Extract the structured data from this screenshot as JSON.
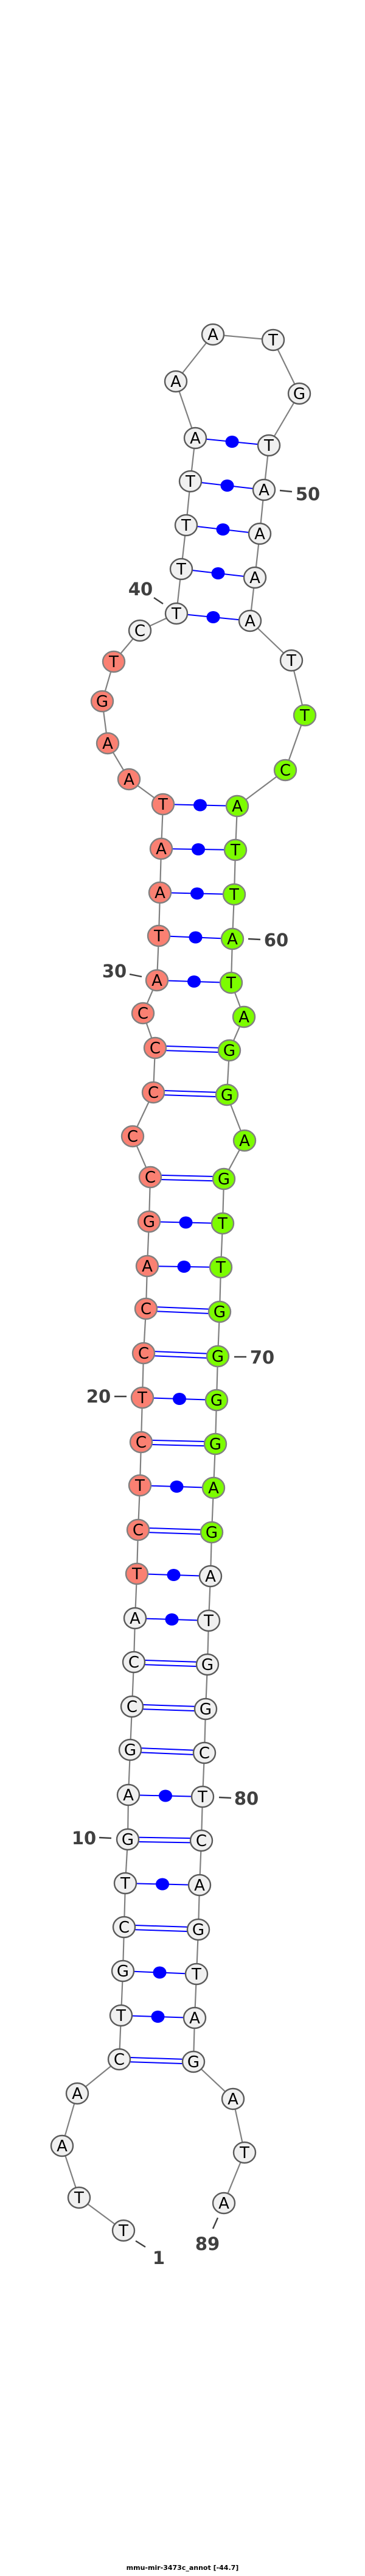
{
  "title": "mmu-mir-3473c_annot [-44.7]",
  "sequence": "TTAACTGCTGAGCCATCTCTCCAGCCCCCATAATAAGTCTTTTAAATGTAAAATTCATTATAGGAGTTGGGGAGATGGCTCAGTAGATA",
  "pairs": [
    [
      5,
      86
    ],
    [
      6,
      85
    ],
    [
      7,
      84
    ],
    [
      8,
      83
    ],
    [
      9,
      82
    ],
    [
      10,
      81
    ],
    [
      11,
      80
    ],
    [
      12,
      79
    ],
    [
      13,
      78
    ],
    [
      14,
      77
    ],
    [
      15,
      76
    ],
    [
      16,
      75
    ],
    [
      17,
      74
    ],
    [
      18,
      73
    ],
    [
      19,
      72
    ],
    [
      20,
      71
    ],
    [
      21,
      70
    ],
    [
      22,
      69
    ],
    [
      23,
      68
    ],
    [
      24,
      67
    ],
    [
      25,
      66
    ],
    [
      27,
      64
    ],
    [
      28,
      63
    ],
    [
      30,
      61
    ],
    [
      31,
      60
    ],
    [
      32,
      59
    ],
    [
      33,
      58
    ],
    [
      34,
      57
    ],
    [
      40,
      53
    ],
    [
      41,
      52
    ],
    [
      42,
      51
    ],
    [
      43,
      50
    ],
    [
      44,
      49
    ]
  ],
  "highlights": [
    {
      "name": "mature-5p",
      "start": 16,
      "end": 38,
      "color": "#fa8072"
    },
    {
      "name": "mature-3p",
      "start": 55,
      "end": 74,
      "color": "#7cfc00"
    }
  ],
  "colors": {
    "default_fill": "#f0f0f0",
    "pair": "#0000ff",
    "backbone": "#808080",
    "label": "#404040"
  },
  "position_labels": [
    "1",
    "10",
    "20",
    "30",
    "40",
    "50",
    "60",
    "70",
    "80",
    "89"
  ]
}
